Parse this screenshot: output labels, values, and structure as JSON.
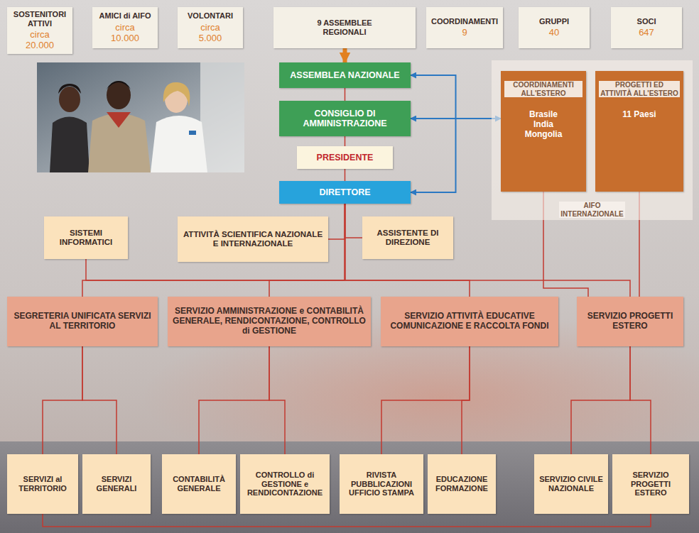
{
  "diagram": {
    "nodes": [
      {
        "text": [
          "SOSTENITORI ATTIVI",
          "circa 20.000"
        ]
      },
      {
        "text": [
          "AMICI di AIFO",
          "circa 10.000"
        ]
      },
      {
        "text": [
          "VOLONTARI",
          "circa 5.000"
        ]
      },
      {
        "text": [
          "9 ASSEMBLEE REGIONALI"
        ]
      },
      {
        "text": [
          "COORDINAMENTI",
          "9"
        ]
      },
      {
        "text": [
          "GRUPPI",
          "40"
        ]
      },
      {
        "text": [
          "SOCI",
          "647"
        ]
      },
      {
        "text": [
          "ASSEMBLEA NAZIONALE"
        ]
      },
      {
        "text": [
          "CONSIGLIO DI AMMINISTRAZIONE"
        ]
      },
      {
        "text": [
          "AIFO INTERNAZIONALE"
        ]
      },
      {
        "text": [
          "COORDINAMENTI ALL'ESTERO",
          "Brasile India Mongolia"
        ],
        "in": 9
      },
      {
        "text": [
          "PROGETTI ED ATTIVITÀ ALL'ESTERO",
          "11 Paesi"
        ],
        "in": 9
      },
      {
        "text": [
          "PRESIDENTE"
        ]
      },
      {
        "text": [
          "DIRETTORE"
        ]
      },
      {
        "text": [
          "SISTEMI INFORMATICI"
        ]
      },
      {
        "text": [
          "ATTIVITÀ SCIENTIFICA NAZIONALE E INTERNAZIONALE"
        ]
      },
      {
        "text": [
          "ASSISTENTE DI DIREZIONE"
        ]
      },
      {
        "text": [
          "SEGRETERIA UNIFICATA SERVIZI AL TERRITORIO"
        ]
      },
      {
        "text": [
          "SERVIZIO AMMINISTRAZIONE e CONTABILITÀ GENERALE, RENDICONTAZIONE, CONTROLLO di GESTIONE"
        ]
      },
      {
        "text": [
          "SERVIZIO ATTIVITÀ EDUCATIVE COMUNICAZIONE E RACCOLTA FONDI"
        ]
      },
      {
        "text": [
          "SERVIZIO PROGETTI ESTERO"
        ]
      },
      {
        "text": [
          "SERVIZI al TERRITORIO"
        ]
      },
      {
        "text": [
          "SERVIZI GENERALI"
        ]
      },
      {
        "text": [
          "CONTABILITÀ GENERALE"
        ]
      },
      {
        "text": [
          "CONTROLLO di GESTIONE e RENDICONTAZIONE"
        ]
      },
      {
        "text": [
          "RIVISTA PUBBLICAZIONI UFFICIO STAMPA"
        ]
      },
      {
        "text": [
          "EDUCAZIONE FORMAZIONE"
        ]
      },
      {
        "text": [
          "SERVIZIO CIVILE NAZIONALE"
        ]
      },
      {
        "text": [
          "SERVIZIO PROGETTI ESTERO"
        ]
      }
    ],
    "edges": [
      {
        "from": 3,
        "to": 7,
        "arrow": "to"
      },
      {
        "from": 7,
        "to": 8,
        "arrow": "none"
      },
      {
        "from": 8,
        "to": 12,
        "arrow": "none"
      },
      {
        "from": 12,
        "to": 13,
        "arrow": "none"
      },
      {
        "from": 8,
        "to": 10,
        "arrow": "both"
      },
      {
        "from": 10,
        "to": 7,
        "arrow": "to"
      },
      {
        "from": 10,
        "to": 13,
        "arrow": "to"
      },
      {
        "from": 13,
        "to": 14,
        "arrow": "none"
      },
      {
        "from": 13,
        "to": 15,
        "arrow": "none"
      },
      {
        "from": 13,
        "to": 16,
        "arrow": "none"
      },
      {
        "from": 13,
        "to": 17,
        "arrow": "none"
      },
      {
        "from": 13,
        "to": 18,
        "arrow": "none"
      },
      {
        "from": 13,
        "to": 19,
        "arrow": "none"
      },
      {
        "from": 13,
        "to": 20,
        "arrow": "none"
      },
      {
        "from": 10,
        "to": 20,
        "arrow": "none"
      },
      {
        "from": 11,
        "to": 20,
        "arrow": "none"
      },
      {
        "from": 17,
        "to": 21,
        "arrow": "none"
      },
      {
        "from": 17,
        "to": 22,
        "arrow": "none"
      },
      {
        "from": 18,
        "to": 23,
        "arrow": "none"
      },
      {
        "from": 18,
        "to": 24,
        "arrow": "none"
      },
      {
        "from": 19,
        "to": 25,
        "arrow": "none"
      },
      {
        "from": 19,
        "to": 26,
        "arrow": "none"
      },
      {
        "from": 20,
        "to": 27,
        "arrow": "none"
      },
      {
        "from": 20,
        "to": 28,
        "arrow": "none"
      },
      {
        "from": 21,
        "to": 28,
        "arrow": "none"
      }
    ]
  }
}
